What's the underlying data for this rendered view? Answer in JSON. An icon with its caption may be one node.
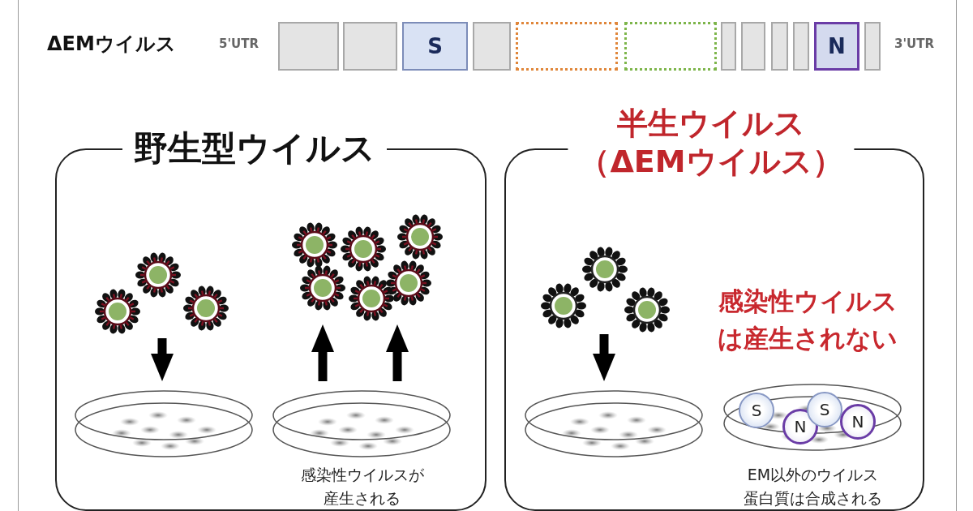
{
  "diagram": {
    "nodes": [
      {
        "text": [],
        "shape": "box"
      },
      {
        "text": [],
        "shape": "box"
      },
      {
        "text": [
          "S"
        ]
      },
      {
        "text": [],
        "shape": "box"
      },
      {
        "text": [],
        "shape": "box"
      },
      {
        "text": [],
        "shape": "box"
      },
      {
        "text": [],
        "shape": "box"
      },
      {
        "text": [],
        "shape": "box"
      },
      {
        "text": [],
        "shape": "box"
      },
      {
        "text": [],
        "shape": "box"
      },
      {
        "text": [
          "N"
        ]
      },
      {
        "text": [],
        "shape": "box"
      },
      {
        "text": [
          "野生型ウイルス"
        ]
      },
      {
        "text": [],
        "shape": "picture",
        "in": 12
      },
      {
        "text": [],
        "shape": "picture",
        "in": 12
      },
      {
        "text": [],
        "shape": "picture",
        "in": 12
      },
      {
        "text": [],
        "shape": "picture",
        "in": 12,
        "beside": [
          "感染性ウイルスが産生される"
        ]
      },
      {
        "text": [
          "半生ウイルス（ΔEMウイルス）"
        ]
      },
      {
        "text": [],
        "shape": "picture",
        "in": 17
      },
      {
        "text": [],
        "shape": "picture",
        "in": 17
      },
      {
        "text": [],
        "shape": "picture",
        "in": 17,
        "beside": [
          "EM以外のウイルス蛋白質は合成される"
        ]
      },
      {
        "text": [
          "S"
        ],
        "in": 20
      },
      {
        "text": [
          "N"
        ],
        "in": 20
      },
      {
        "text": [
          "S"
        ],
        "in": 20
      },
      {
        "text": [
          "N"
        ],
        "in": 20
      }
    ],
    "edges": [
      {
        "from": 13,
        "to": 14,
        "arrow": "to"
      },
      {
        "from": 16,
        "to": 15,
        "arrow": "to"
      },
      {
        "from": 16,
        "to": 15,
        "arrow": "to"
      },
      {
        "from": 18,
        "to": 19,
        "arrow": "to"
      }
    ],
    "labels": [
      "ΔEMウイルス",
      "5'UTR",
      "3'UTR",
      "感染性ウイルスは産生されない"
    ]
  }
}
